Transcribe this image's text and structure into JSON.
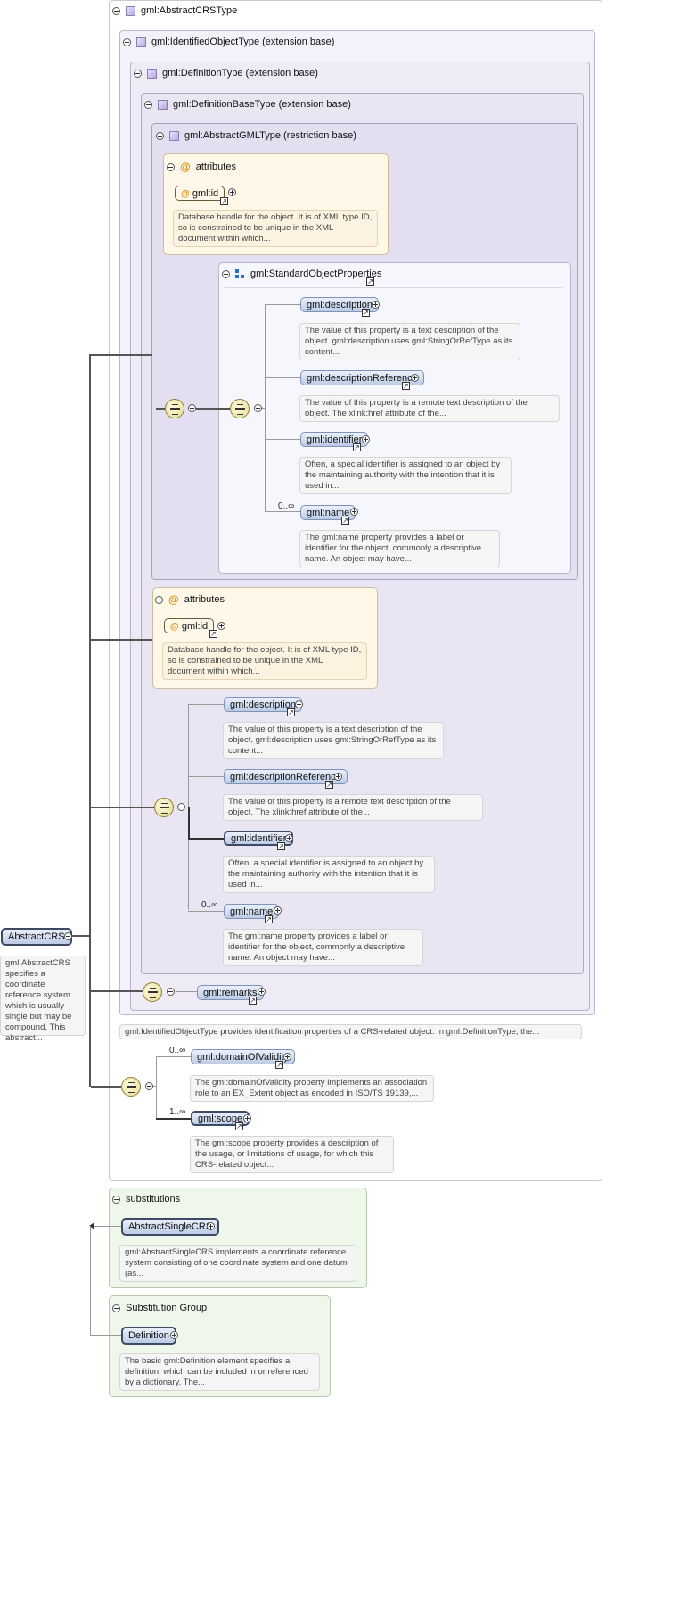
{
  "root_type": {
    "label": "gml:AbstractCRSType"
  },
  "identified_object_type": {
    "label": "gml:IdentifiedObjectType (extension base)"
  },
  "definition_type": {
    "label": "gml:DefinitionType (extension base)"
  },
  "definition_base_type": {
    "label": "gml:DefinitionBaseType (extension base)"
  },
  "abstract_gml_type": {
    "label": "gml:AbstractGMLType (restriction base)"
  },
  "attributes_1": {
    "title": "attributes",
    "id_label": "gml:id",
    "doc": "Database handle for the object. It is of XML type ID, so is constrained to be unique in the XML document within which..."
  },
  "standard_object_properties": {
    "label": "gml:StandardObjectProperties",
    "items": [
      {
        "label": "gml:description",
        "doc": "The value of this property is a text description of the object. gml:description uses gml:StringOrRefType as its content..."
      },
      {
        "label": "gml:descriptionReference",
        "doc": "The value of this property is a remote text description of the object. The xlink:href attribute of the..."
      },
      {
        "label": "gml:identifier",
        "doc": "Often, a special identifier is assigned to an object by the maintaining authority with the intention that it is used in..."
      },
      {
        "label": "gml:name",
        "doc": "The gml:name property provides a label or identifier for the object, commonly a descriptive name. An object may have...",
        "occurs": "0..∞"
      }
    ]
  },
  "attributes_2": {
    "title": "attributes",
    "id_label": "gml:id",
    "doc": "Database handle for the object. It is of XML type ID, so is constrained to be unique in the XML document within which..."
  },
  "def_base_seq": {
    "items": [
      {
        "label": "gml:description",
        "doc": "The value of this property is a text description of the object. gml:description uses gml:StringOrRefType as its content..."
      },
      {
        "label": "gml:descriptionReference",
        "doc": "The value of this property is a remote text description of the object. The xlink:href attribute of the..."
      },
      {
        "label": "gml:identifier",
        "doc": "Often, a special identifier is assigned to an object by the maintaining authority with the intention that it is used in..."
      },
      {
        "label": "gml:name",
        "doc": "The gml:name property provides a label or identifier for the object, commonly a descriptive name. An object may have...",
        "occurs": "0..∞"
      }
    ]
  },
  "remarks": {
    "label": "gml:remarks"
  },
  "identified_doc": "gml:IdentifiedObjectType provides identification properties of a CRS-related object. In gml:DefinitionType, the...",
  "crs_seq": {
    "items": [
      {
        "label": "gml:domainOfValidity",
        "occurs": "0..∞",
        "doc": "The gml:domainOfValidity property implements an association role to an EX_Extent object as encoded in ISO/TS 19139,..."
      },
      {
        "label": "gml:scope",
        "occurs": "1..∞",
        "doc": "The gml:scope property provides a description of the usage, or limitations of usage, for which this CRS-related object..."
      }
    ]
  },
  "element": {
    "label": "AbstractCRS",
    "doc": "gml:AbstractCRS specifies a coordinate reference system which is usually single but may be compound. This abstract..."
  },
  "substitutions": {
    "title": "substitutions",
    "item": "AbstractSingleCRS",
    "doc": "gml:AbstractSingleCRS implements a coordinate reference system consisting of one coordinate system and one datum (as..."
  },
  "substitution_group": {
    "title": "Substitution Group",
    "item": "Definition",
    "doc": "The basic gml:Definition element specifies a definition, which can be included in or referenced by a dictionary. The..."
  }
}
